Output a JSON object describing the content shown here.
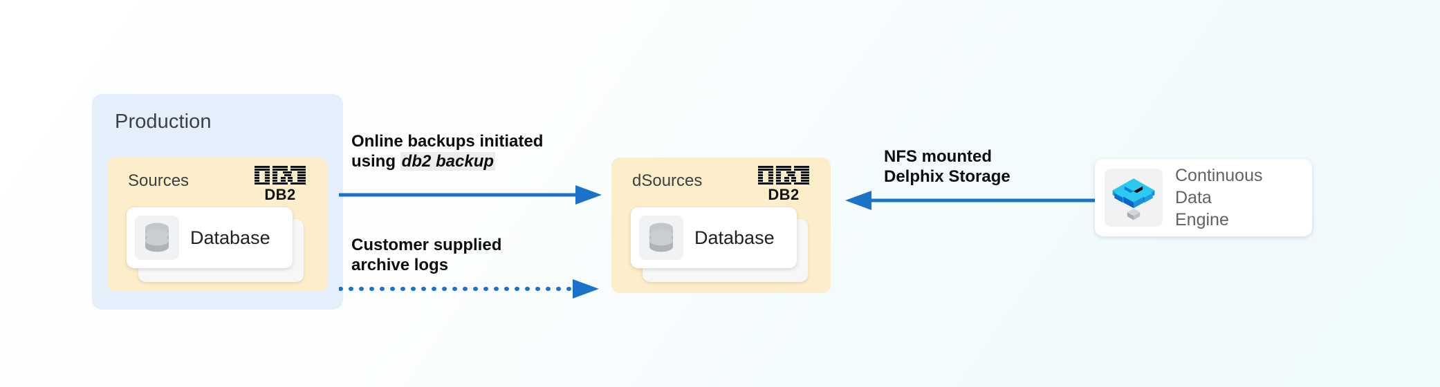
{
  "diagram": {
    "title": "DB2 Production to Delphix dSources data flow",
    "accent_blue": "#1a73c8",
    "panel_blue": "#e4effb",
    "panel_yellow": "#fceeca"
  },
  "production": {
    "title": "Production",
    "sources": {
      "label": "Sources",
      "vendor_logo": "ibm-logo",
      "vendor_text": "DB2",
      "card": {
        "icon": "database-icon",
        "label": "Database"
      }
    }
  },
  "target": {
    "dsources": {
      "label": "dSources",
      "vendor_logo": "ibm-logo",
      "vendor_text": "DB2",
      "card": {
        "icon": "database-icon",
        "label": "Database"
      }
    }
  },
  "connectors": {
    "backup": {
      "line1": "Online backups initiated",
      "line2_prefix": "using ",
      "line2_code": "db2 backup",
      "style": "solid",
      "direction": "right",
      "icon": "arrow-right-icon"
    },
    "archive": {
      "line1": "Customer supplied",
      "line2": "archive logs",
      "style": "dotted",
      "direction": "right",
      "icon": "arrow-right-dotted-icon"
    },
    "nfs": {
      "line1": "NFS mounted",
      "line2": "Delphix Storage",
      "style": "solid",
      "direction": "left",
      "icon": "arrow-left-icon"
    }
  },
  "engine": {
    "icon": "delphix-cubes-icon",
    "label_lines": [
      "Continuous",
      "Data",
      "Engine"
    ]
  }
}
